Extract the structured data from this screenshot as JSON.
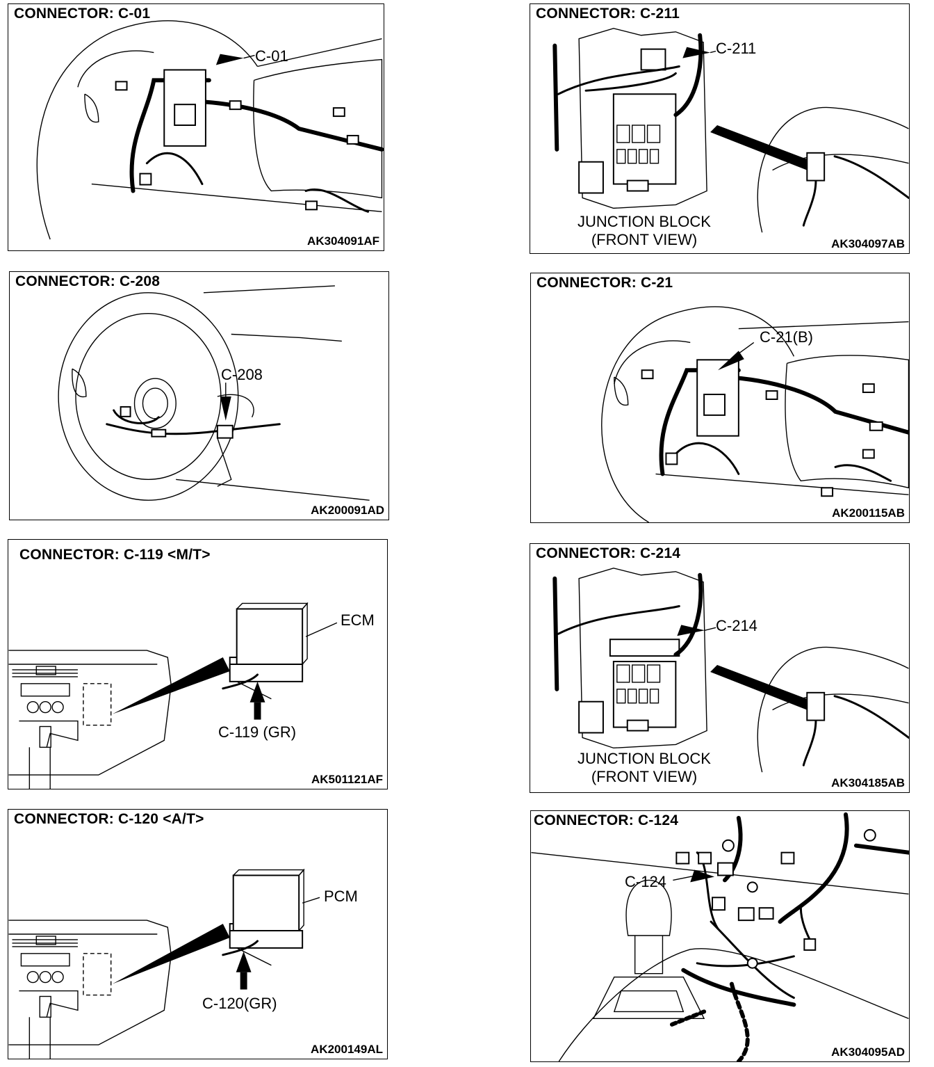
{
  "panels": [
    {
      "title": "CONNECTOR: C-01",
      "callout": "C-01",
      "code": "AK304091AF"
    },
    {
      "title": "CONNECTOR: C-211",
      "callout": "C-211",
      "caption_line1": "JUNCTION BLOCK",
      "caption_line2": "(FRONT VIEW)",
      "code": "AK304097AB"
    },
    {
      "title": "CONNECTOR: C-208",
      "callout": "C-208",
      "code": "AK200091AD"
    },
    {
      "title": "CONNECTOR: C-21",
      "callout": "C-21(B)",
      "code": "AK200115AB"
    },
    {
      "title": "CONNECTOR: C-119 <M/T>",
      "module": "ECM",
      "callout": "C-119 (GR)",
      "code": "AK501121AF"
    },
    {
      "title": "CONNECTOR: C-214",
      "callout": "C-214",
      "caption_line1": "JUNCTION BLOCK",
      "caption_line2": "(FRONT VIEW)",
      "code": "AK304185AB"
    },
    {
      "title": "CONNECTOR: C-120 <A/T>",
      "module": "PCM",
      "callout": "C-120(GR)",
      "code": "AK200149AL"
    },
    {
      "title": "CONNECTOR: C-124",
      "callout": "C-124",
      "code": "AK304095AD"
    }
  ]
}
